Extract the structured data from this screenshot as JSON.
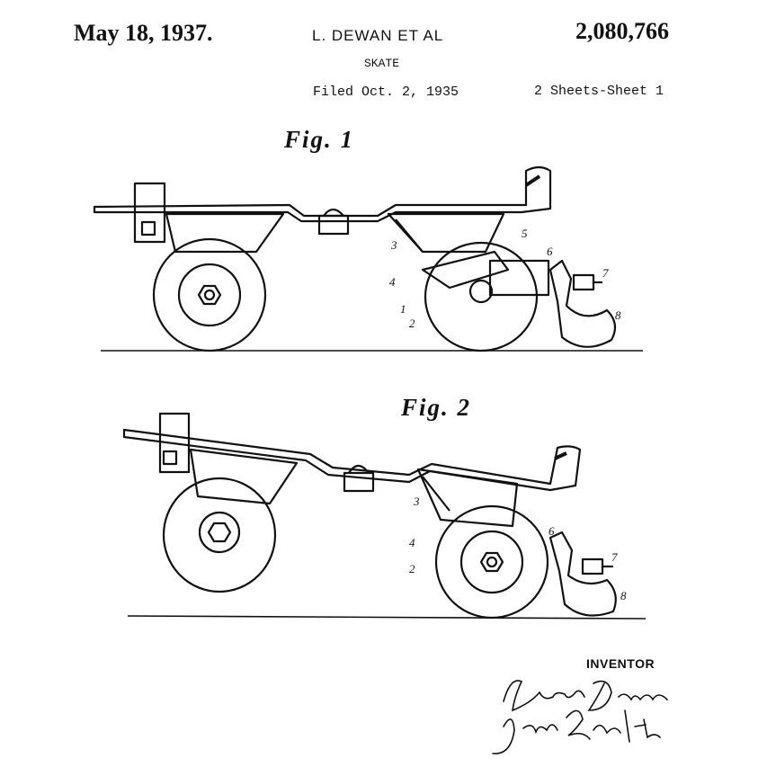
{
  "header": {
    "date": "May 18, 1937.",
    "inventors": "L. DEWAN ET AL",
    "patent_number": "2,080,766",
    "title": "SKATE",
    "filed": "Filed Oct. 2, 1935",
    "sheets": "2 Sheets-Sheet 1"
  },
  "figures": [
    {
      "label": "Fig. 1",
      "refs": [
        "1",
        "2",
        "3",
        "4",
        "5",
        "6",
        "7",
        "8"
      ]
    },
    {
      "label": "Fig. 2",
      "refs": [
        "2",
        "3",
        "4",
        "6",
        "7",
        "8"
      ]
    }
  ],
  "inventor_block": {
    "label": "INVENTOR",
    "signature_1": "Leon Dewan",
    "signature_2": "John Barth Jr."
  }
}
